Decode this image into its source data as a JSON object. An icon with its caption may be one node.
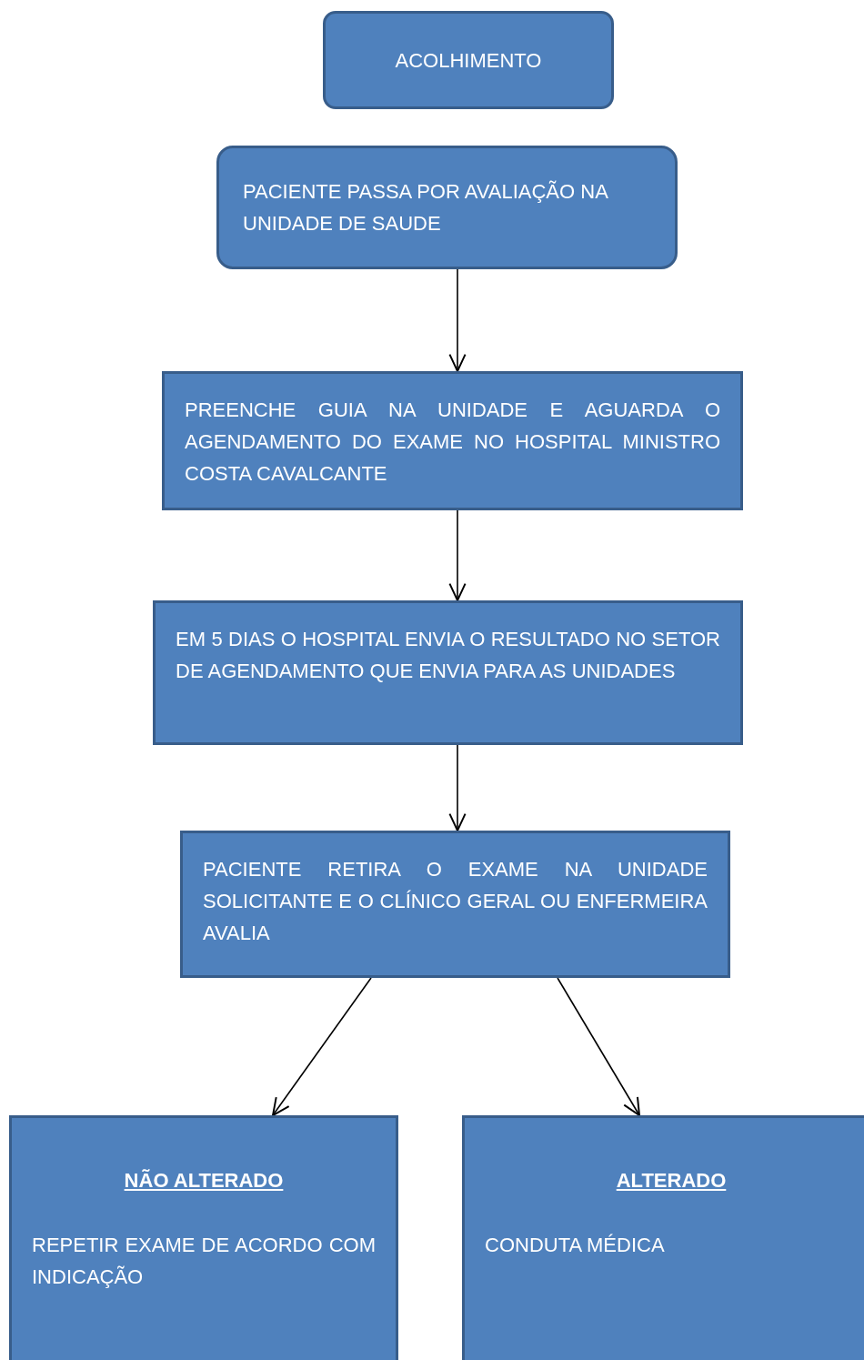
{
  "diagram": {
    "nodes": [
      {
        "text": [
          "ACOLHIMENTO"
        ]
      },
      {
        "text": [
          "PACIENTE PASSA POR AVALIAÇÃO NA UNIDADE DE SAUDE"
        ]
      },
      {
        "text": [
          "PREENCHE GUIA NA UNIDADE E AGUARDA O AGENDAMENTO DO EXAME NO HOSPITAL MINISTRO COSTA CAVALCANTE"
        ]
      },
      {
        "text": [
          "EM 5 DIAS O HOSPITAL ENVIA O RESULTADO NO SETOR DE AGENDAMENTO QUE ENVIA PARA AS UNIDADES"
        ]
      },
      {
        "text": [
          "PACIENTE RETIRA O EXAME NA UNIDADE SOLICITANTE E O CLÍNICO GERAL OU ENFERMEIRA AVALIA"
        ]
      },
      {
        "text": [
          "NÃO ALTERADO",
          "REPETIR EXAME DE ACORDO COM INDICAÇÃO"
        ]
      },
      {
        "text": [
          "ALTERADO",
          "CONDUTA MÉDICA"
        ]
      }
    ],
    "edges": [
      {
        "from": 1,
        "to": 2,
        "arrow": "to"
      },
      {
        "from": 2,
        "to": 3,
        "arrow": "to"
      },
      {
        "from": 3,
        "to": 4,
        "arrow": "to"
      },
      {
        "from": 4,
        "to": 5,
        "arrow": "to"
      },
      {
        "from": 4,
        "to": 6,
        "arrow": "to"
      }
    ]
  }
}
